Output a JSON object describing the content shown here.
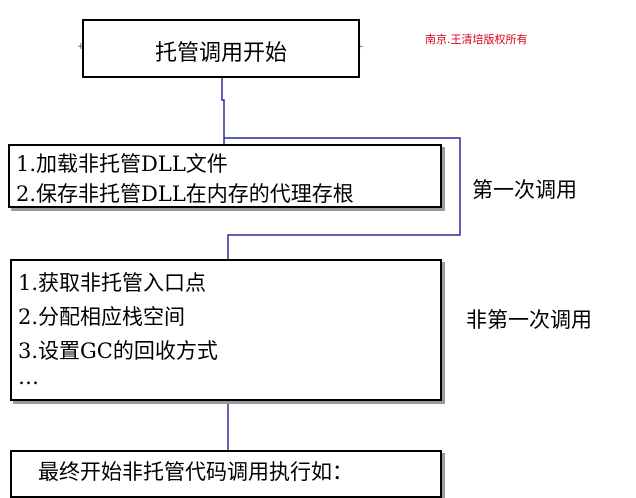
{
  "watermark": "南京.王清培版权所有",
  "boxes": {
    "start": {
      "lines": [
        "托管调用开始"
      ]
    },
    "first_call": {
      "lines": [
        "1.加载非托管DLL文件",
        "2.保存非托管DLL在内存的代理存根"
      ]
    },
    "subsequent": {
      "lines": [
        "1.获取非托管入口点",
        "2.分配相应栈空间",
        "3.设置GC的回收方式",
        "…"
      ]
    },
    "final": {
      "lines": [
        "最终开始非托管代码调用执行如："
      ]
    }
  },
  "labels": {
    "first_call": "第一次调用",
    "subsequent": "非第一次调用"
  },
  "colors": {
    "connector": "#2a2aa0",
    "watermark": "#e0001b",
    "box_border": "#000000",
    "box_shadow": "#9a9a9a"
  }
}
